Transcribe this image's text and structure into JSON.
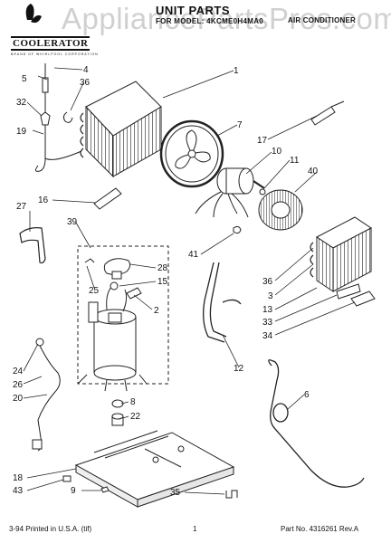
{
  "header": {
    "title": "UNIT PARTS",
    "subtitle": "FOR MODEL: 4KCME0H4MA0",
    "right": "AIR CONDITIONER",
    "watermark": "AppliancePartsPros.com"
  },
  "brand": {
    "name": "COOLERATOR",
    "tagline": "BRAND OF WHIRLPOOL CORPORATION"
  },
  "callouts": [
    {
      "id": "c-4",
      "label": "4"
    },
    {
      "id": "c-5",
      "label": "5"
    },
    {
      "id": "c-36a",
      "label": "36"
    },
    {
      "id": "c-32",
      "label": "32"
    },
    {
      "id": "c-19",
      "label": "19"
    },
    {
      "id": "c-1",
      "label": "1"
    },
    {
      "id": "c-7",
      "label": "7"
    },
    {
      "id": "c-17",
      "label": "17"
    },
    {
      "id": "c-10",
      "label": "10"
    },
    {
      "id": "c-11",
      "label": "11"
    },
    {
      "id": "c-40",
      "label": "40"
    },
    {
      "id": "c-16",
      "label": "16"
    },
    {
      "id": "c-27",
      "label": "27"
    },
    {
      "id": "c-39",
      "label": "39"
    },
    {
      "id": "c-41",
      "label": "41"
    },
    {
      "id": "c-28",
      "label": "28"
    },
    {
      "id": "c-15",
      "label": "15"
    },
    {
      "id": "c-25",
      "label": "25"
    },
    {
      "id": "c-2",
      "label": "2"
    },
    {
      "id": "c-36b",
      "label": "36"
    },
    {
      "id": "c-3",
      "label": "3"
    },
    {
      "id": "c-13",
      "label": "13"
    },
    {
      "id": "c-33",
      "label": "33"
    },
    {
      "id": "c-34",
      "label": "34"
    },
    {
      "id": "c-24",
      "label": "24"
    },
    {
      "id": "c-26",
      "label": "26"
    },
    {
      "id": "c-20",
      "label": "20"
    },
    {
      "id": "c-12",
      "label": "12"
    },
    {
      "id": "c-8",
      "label": "8"
    },
    {
      "id": "c-22",
      "label": "22"
    },
    {
      "id": "c-6",
      "label": "6"
    },
    {
      "id": "c-18",
      "label": "18"
    },
    {
      "id": "c-43",
      "label": "43"
    },
    {
      "id": "c-9",
      "label": "9"
    },
    {
      "id": "c-35",
      "label": "35"
    }
  ],
  "footer": {
    "left": "3-94 Printed in U.S.A. (tif)",
    "page": "1",
    "right": "Part No. 4316261 Rev.A"
  }
}
